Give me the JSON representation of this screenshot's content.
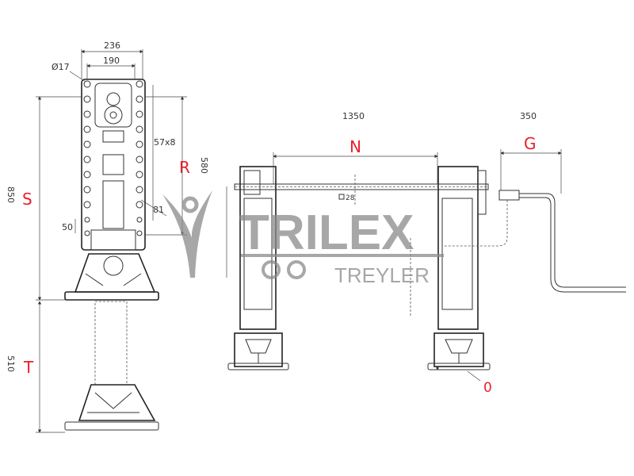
{
  "front_view": {
    "dims": {
      "overall_width": "236",
      "hole_spacing": "190",
      "hole_diameter": "Ø17",
      "hole_pitch": "57x8",
      "offset": "81",
      "lower_pitch": "50",
      "height": "850",
      "travel": "580",
      "extension": "510"
    },
    "labels": {
      "s": "S",
      "r": "R",
      "t": "T"
    }
  },
  "side_view": {
    "dims": {
      "shaft_length": "1350",
      "handle_length": "350",
      "square": "28"
    },
    "labels": {
      "n": "N",
      "g": "G",
      "o": "0"
    }
  },
  "watermark": {
    "brand": "TRILEX",
    "sub": "TREYLER"
  },
  "colors": {
    "label_red": "#e8202a",
    "line": "#333333",
    "watermark": "#8a8a8a"
  }
}
